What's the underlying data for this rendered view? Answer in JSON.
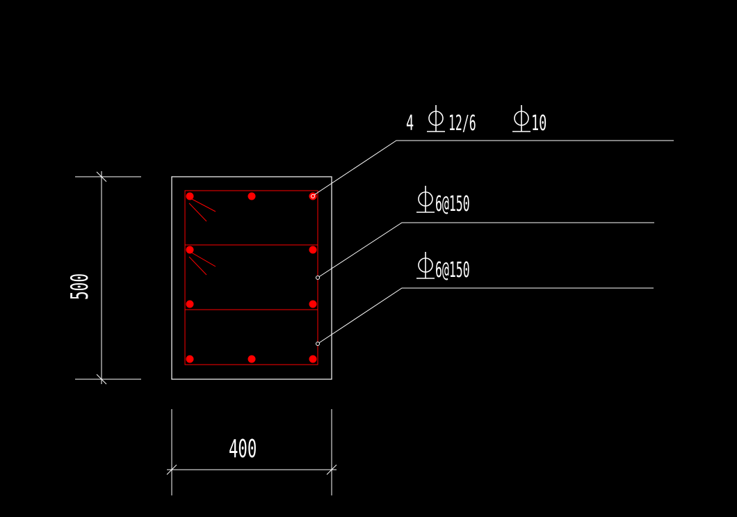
{
  "colors": {
    "background": "#000000",
    "line": "#ffffff",
    "rebar": "#ff0000"
  },
  "labels": {
    "longitudinal_count": "4",
    "longitudinal_spec": "12/6",
    "corner_spec": "10",
    "stirrup_1": "6@150",
    "stirrup_2": "6@150"
  },
  "dimensions": {
    "height": "500",
    "width": "400"
  },
  "icons": {
    "steel_grade_symbol": "phi-with-bar-icon"
  }
}
